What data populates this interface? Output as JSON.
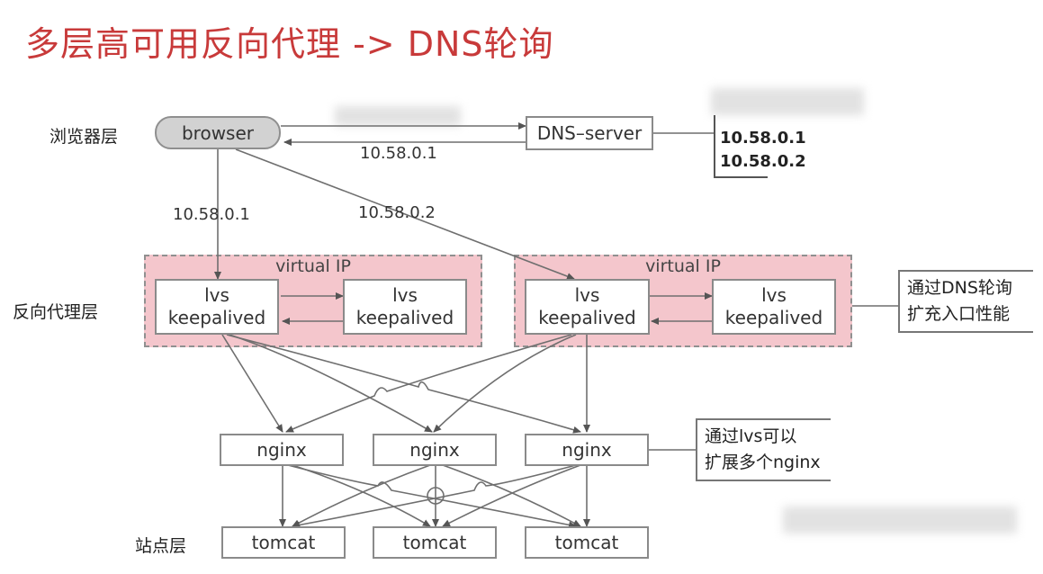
{
  "title": "多层高可用反向代理 -> DNS轮询",
  "layers": {
    "browser": "浏览器层",
    "proxy": "反向代理层",
    "site": "站点层"
  },
  "nodes": {
    "browser": "browser",
    "dns_server": "DNS–server",
    "virtual_ip": "virtual  IP",
    "lvs_label": "lvs",
    "keepalived_label": "keepalived",
    "nginx": "nginx",
    "tomcat": "tomcat"
  },
  "ips": {
    "dns_return": "10.58.0.1",
    "left_path": "10.58.0.1",
    "right_path": "10.58.0.2",
    "dns_list": [
      "10.58.0.1",
      "10.58.0.2"
    ]
  },
  "notes": {
    "dns_round_robin": [
      "通过DNS轮询",
      "扩充入口性能"
    ],
    "lvs_extend": [
      "通过lvs可以",
      "扩展多个nginx"
    ]
  }
}
